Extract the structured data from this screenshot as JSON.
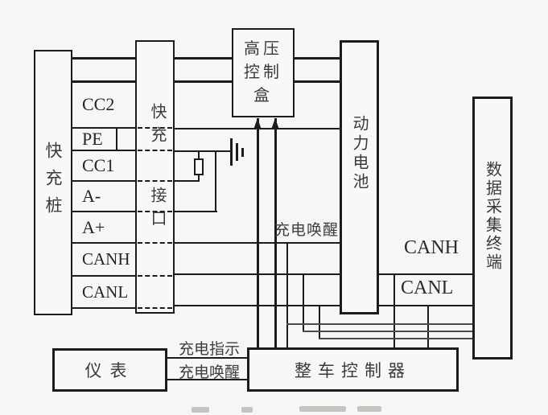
{
  "diagram": {
    "background": "#f6f6f4",
    "line_color": "#1c1c1c",
    "boxes": {
      "charging_pile": "快充桩",
      "interface_top": "快充",
      "interface_bottom": "接口",
      "hv_line1": "高压",
      "hv_line2": "控制",
      "hv_line3": "盒",
      "power_battery": "动力电池",
      "data_terminal": "数据采集终端",
      "vehicle_controller": "整车控制器",
      "instrument": "仪表"
    },
    "pins": [
      "CC2",
      "PE",
      "CC1",
      "A-",
      "A+",
      "CANH",
      "CANL"
    ],
    "wire_labels": {
      "charge_wakeup_mid": "充电唤醒",
      "canh_right": "CANH",
      "canl_right": "CANL",
      "charge_indicate": "充电指示",
      "charge_wakeup_bottom": "充电唤醒"
    }
  }
}
